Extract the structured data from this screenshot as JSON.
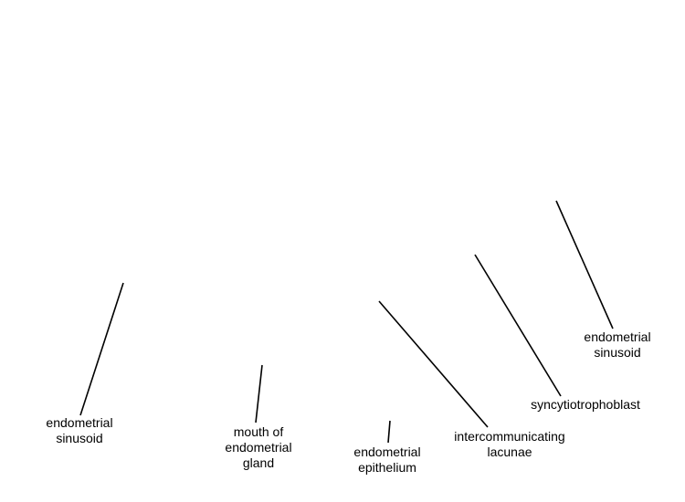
{
  "diagram": {
    "labels": {
      "endometrial_sinusoid_left": {
        "line1": "endometrial",
        "line2": "sinusoid"
      },
      "mouth_of_endometrial_gland": {
        "line1": "mouth of",
        "line2": "endometrial",
        "line3": "gland"
      },
      "endometrial_epithelium": {
        "line1": "endometrial",
        "line2": "epithelium"
      },
      "intercommunicating_lacunae": {
        "line1": "intercommunicating",
        "line2": "lacunae"
      },
      "syncytiotrophoblast": {
        "line1": "syncytiotrophoblast"
      },
      "endometrial_sinusoid_right": {
        "line1": "endometrial",
        "line2": "sinusoid"
      }
    },
    "line_color": "#000000",
    "text_color": "#000000"
  }
}
